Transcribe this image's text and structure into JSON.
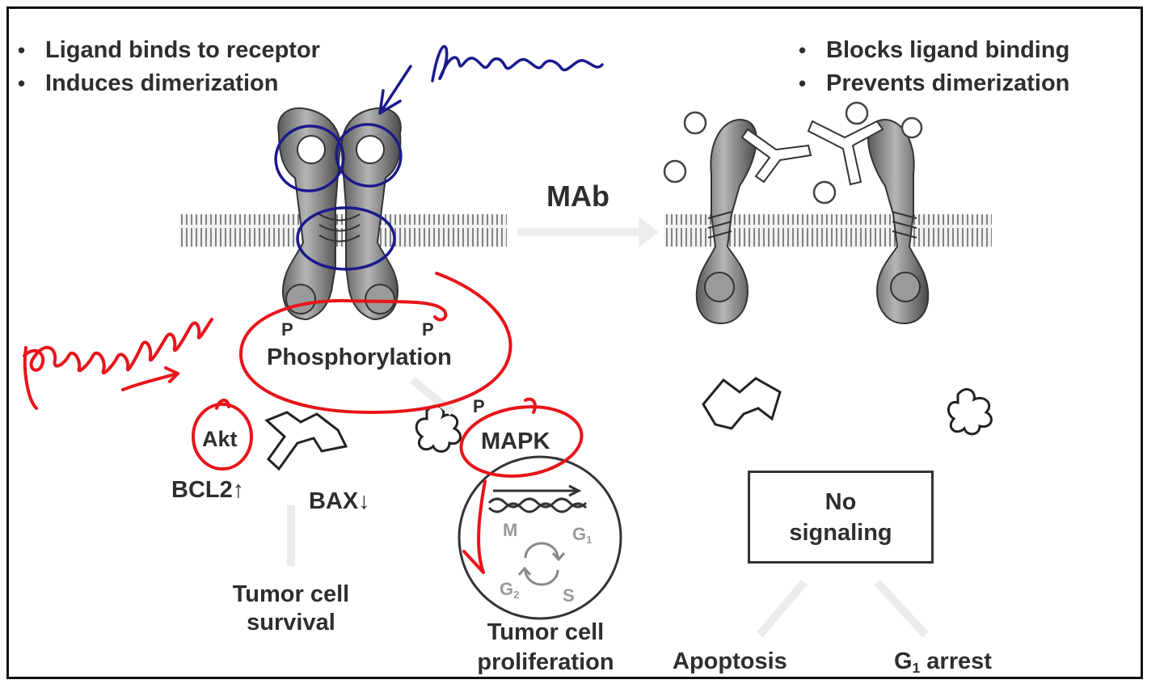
{
  "left_bullets": [
    "Ligand binds to receptor",
    "Induces dimerization"
  ],
  "right_bullets": [
    "Blocks ligand binding",
    "Prevents dimerization"
  ],
  "mab_label": "MAb",
  "phospho": {
    "p_left": "P",
    "p_right": "P",
    "p_mapk": "P",
    "label": "Phosphorylation"
  },
  "signaling": {
    "akt": "Akt",
    "bcl2": "BCL2",
    "bcl2_arrow": "↑",
    "bax": "BAX",
    "bax_arrow": "↓",
    "mapk": "MAPK"
  },
  "cell_cycle": {
    "m": "M",
    "g1": "G",
    "g1_sub": "1",
    "g2": "G",
    "g2_sub": "2",
    "s": "S"
  },
  "outcomes": {
    "survival_line1": "Tumor cell",
    "survival_line2": "survival",
    "prolif_line1": "Tumor cell",
    "prolif_line2": "proliferation",
    "no_signal_line1": "No",
    "no_signal_line2": "signaling",
    "apoptosis": "Apoptosis",
    "g1_arrest_g": "G",
    "g1_arrest_sub": "1",
    "g1_arrest_rest": " arrest"
  },
  "handwriting": {
    "dimerization": "dimerization",
    "phosphorylation": "phosphorylation"
  },
  "colors": {
    "ink_blue": "#1a1a8c",
    "ink_red": "#e8141a",
    "receptor_gray": "#7a7a7a",
    "text_dark": "#2e2e2e"
  }
}
